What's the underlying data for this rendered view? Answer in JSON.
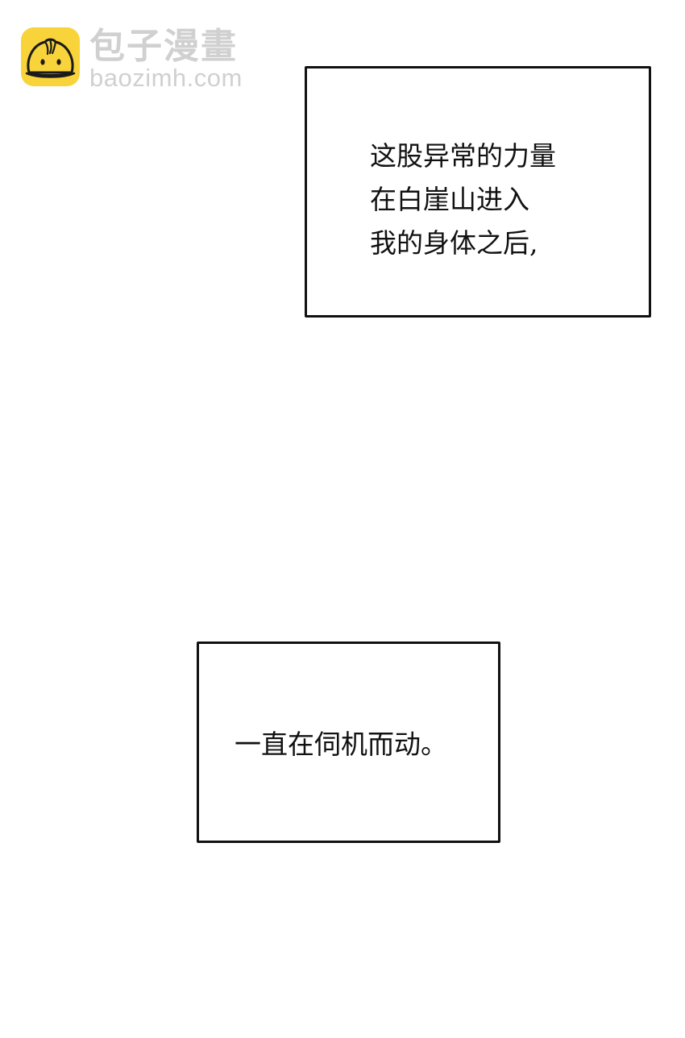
{
  "watermark": {
    "icon": "steamed-bun-logo-icon",
    "title": "包子漫畫",
    "url": "baozimh.com",
    "colors": {
      "icon_background": "#f8d33a",
      "text": "#d0d0d0"
    }
  },
  "captions": [
    {
      "lines": [
        "这股异常的力量",
        "在白崖山进入",
        "我的身体之后,"
      ]
    },
    {
      "lines": [
        "一直在伺机而动。"
      ]
    }
  ],
  "colors": {
    "background": "#ffffff",
    "border": "#111111",
    "text": "#111111"
  }
}
